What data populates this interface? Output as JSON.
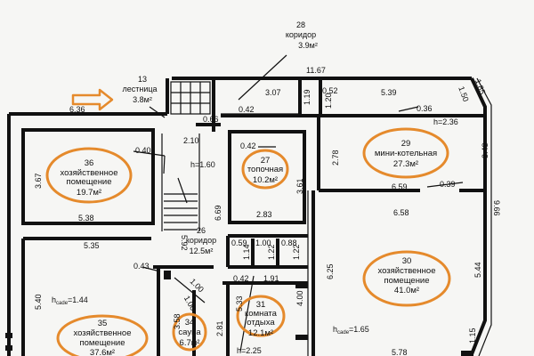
{
  "rooms": [
    {
      "num": "28",
      "name": "коридор",
      "area": "3.9м²"
    },
    {
      "num": "13",
      "name": "лестница",
      "area": "3.8м²"
    },
    {
      "num": "36",
      "name": "хозяйственное помещение",
      "line1": "хозяйственное",
      "line2": "помещение",
      "area": "19.7м²"
    },
    {
      "num": "27",
      "name": "топочная",
      "area": "10.2м²"
    },
    {
      "num": "29",
      "name": "мини-котельная",
      "area": "27.3м²"
    },
    {
      "num": "26",
      "name": "коридор",
      "area": "12.5м²"
    },
    {
      "num": "30",
      "name": "хозяйственное помещение",
      "line1": "хозяйственное",
      "line2": "помещение",
      "area": "41.0м²"
    },
    {
      "num": "35",
      "name": "хозяйственное помещение",
      "line1": "хозяйственное",
      "line2": "помещение",
      "area": "37.6м²"
    },
    {
      "num": "34",
      "name": "сауна",
      "area": "6.7м²"
    },
    {
      "num": "31",
      "name": "комната отдыха",
      "line1": "комната",
      "line2": "отдыха",
      "area": "12.1м²"
    }
  ],
  "dimensions": [
    "11.67",
    "3.07",
    "0.52",
    "5.39",
    "1.85",
    "1.50",
    "0.42",
    "1.19",
    "1.20",
    "6.36",
    "0.66",
    "0.36",
    "h=2.36",
    "2.10",
    "0.40",
    "0.42",
    "h=1.60",
    "3.67",
    "2.78",
    "3.43",
    "3.61",
    "6.59",
    "0.39",
    "9.66",
    "5.38",
    "2.83",
    "6.69",
    "6.58",
    "5.92",
    "0.59",
    "1.00",
    "0.88",
    "5.35",
    "1.14",
    "1.22",
    "1.22",
    "0.43",
    "6.25",
    "5.44",
    "0.42",
    "1.91",
    "1.00",
    "1.00",
    "5.40",
    "5.33",
    "4.00",
    "3.58",
    "2.81",
    "h=2.25",
    "1.15",
    "5.78"
  ],
  "ceiling_heights": [
    "h",
    "cade",
    "=1.44",
    "h",
    "cade",
    "=1.65"
  ],
  "colors": {
    "highlight": "#e58a2c",
    "arrow": "#e58a2c",
    "wall": "#111111"
  },
  "icons": [
    "arrow-right-icon",
    "stairs-icon"
  ]
}
